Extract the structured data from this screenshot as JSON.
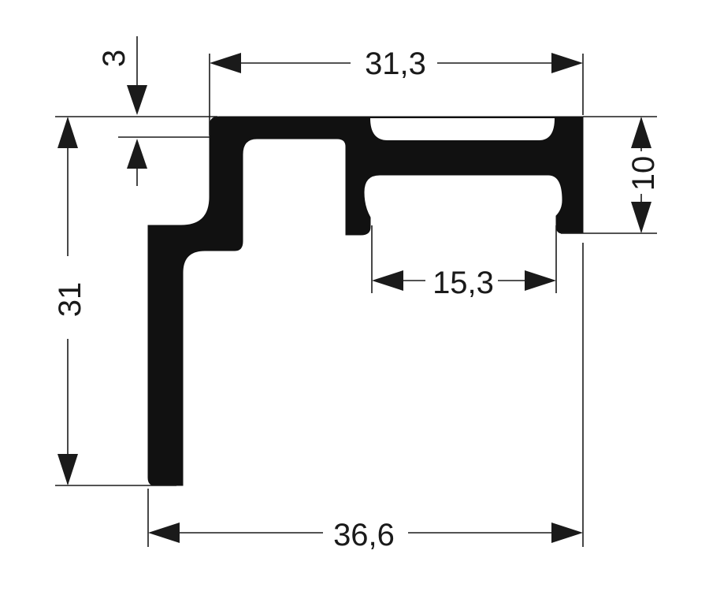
{
  "diagram": {
    "type": "technical-profile-cross-section",
    "colors": {
      "profile": "#111111",
      "lines": "#1a1a1a",
      "background": "#ffffff"
    },
    "dimensions": {
      "top_width": "31,3",
      "top_offset": "3",
      "left_height": "31",
      "right_height": "10",
      "slot_width": "15,3",
      "overall_width": "36,6"
    }
  }
}
